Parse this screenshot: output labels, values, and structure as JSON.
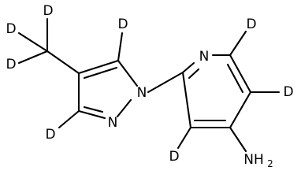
{
  "molecule": {
    "atoms": {
      "d_methyl_top": "D",
      "d_methyl_left": "D",
      "d_methyl_bottom": "D",
      "d_pyrazole_c5": "D",
      "d_pyrazole_c3": "D",
      "n_pyrazole_n1": "N",
      "n_pyrazole_n2": "N",
      "n_pyridine": "N",
      "d_pyridine_c6": "D",
      "d_pyridine_c5": "D",
      "d_pyridine_c3": "D",
      "amine_nh": "NH",
      "amine_subscript": "2"
    }
  }
}
